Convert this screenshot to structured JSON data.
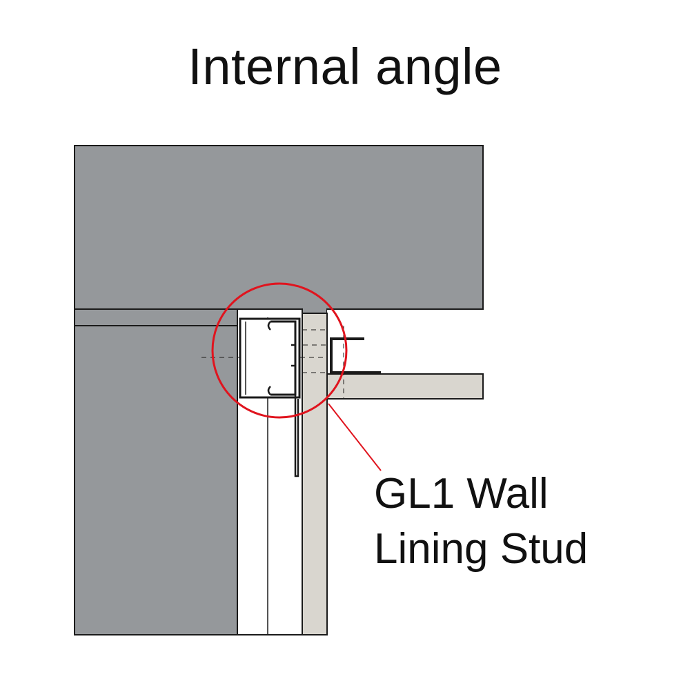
{
  "title": "Internal angle",
  "callout": {
    "line1": "GL1 Wall",
    "line2": "Lining Stud"
  },
  "colors": {
    "concrete": "#95989b",
    "lining_board": "#d9d6cf",
    "outline": "#1a1a1a",
    "highlight": "#e0141e",
    "text": "#111111"
  }
}
